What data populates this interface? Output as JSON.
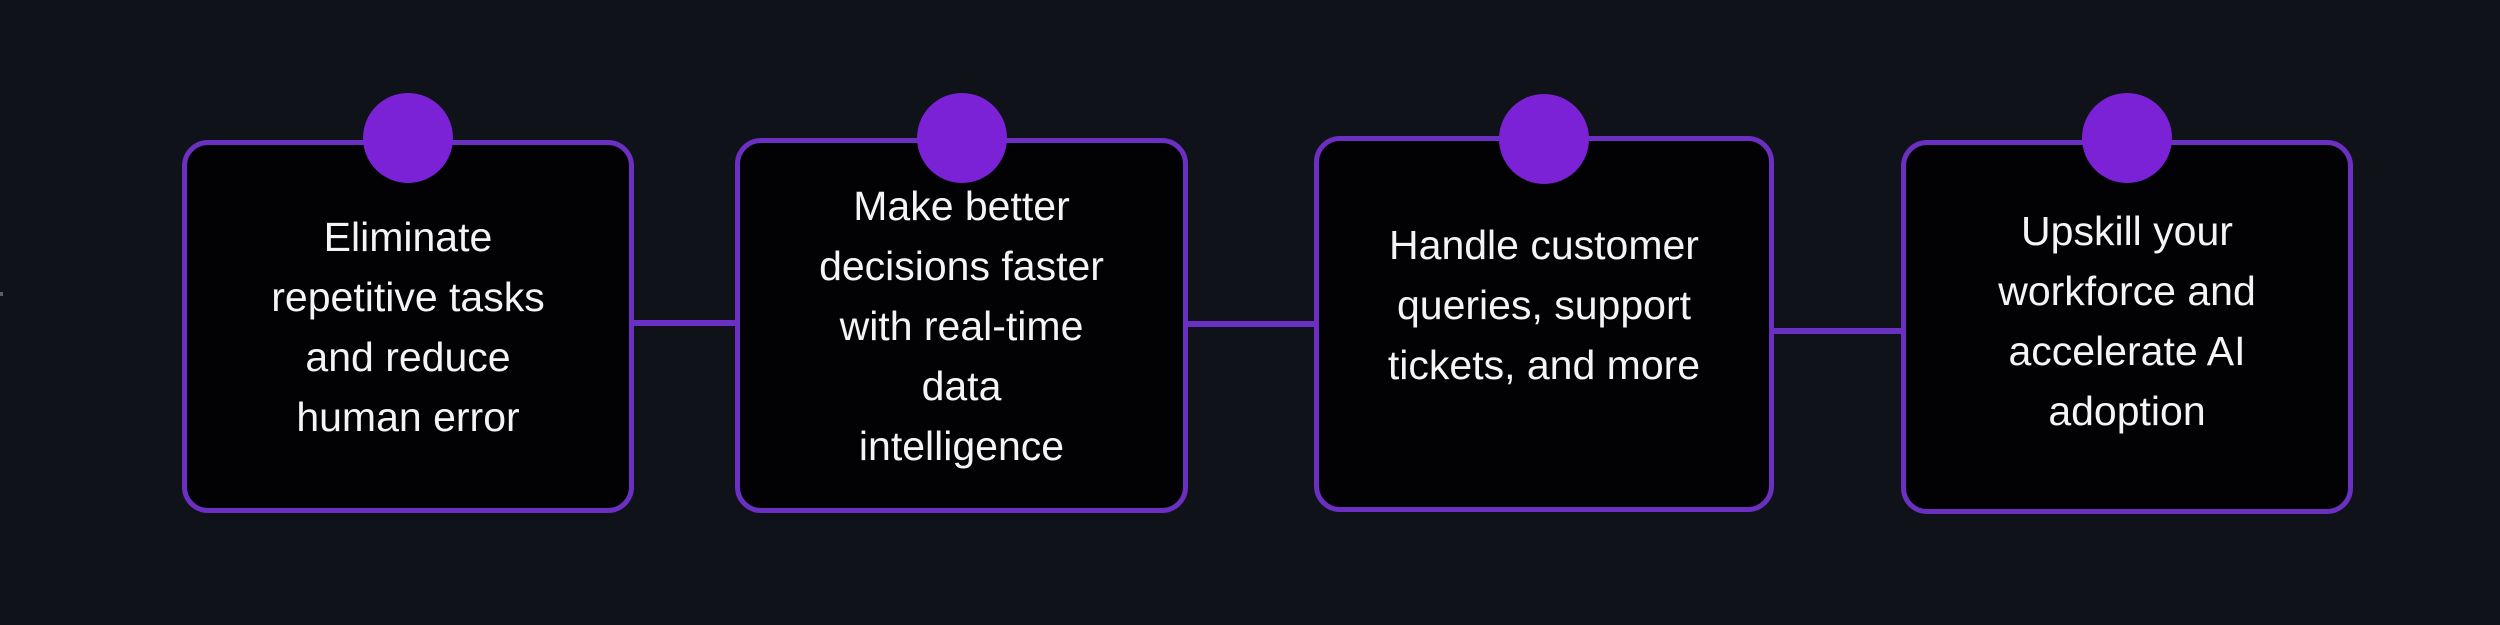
{
  "colors": {
    "background": "#10121a",
    "card_fill": "#020204",
    "card_border": "#6b2fc2",
    "connector": "#6a2fc4",
    "dot": "#7b22d6",
    "text": "#f4f4f6"
  },
  "steps": [
    {
      "text": "Eliminate\nrepetitive tasks\nand reduce\nhuman error"
    },
    {
      "text": "Make better\ndecisions faster\nwith real-time\ndata\nintelligence"
    },
    {
      "text": "Handle customer\nqueries, support\ntickets, and more"
    },
    {
      "text": "Upskill your\nworkforce and\naccelerate AI\nadoption"
    }
  ]
}
